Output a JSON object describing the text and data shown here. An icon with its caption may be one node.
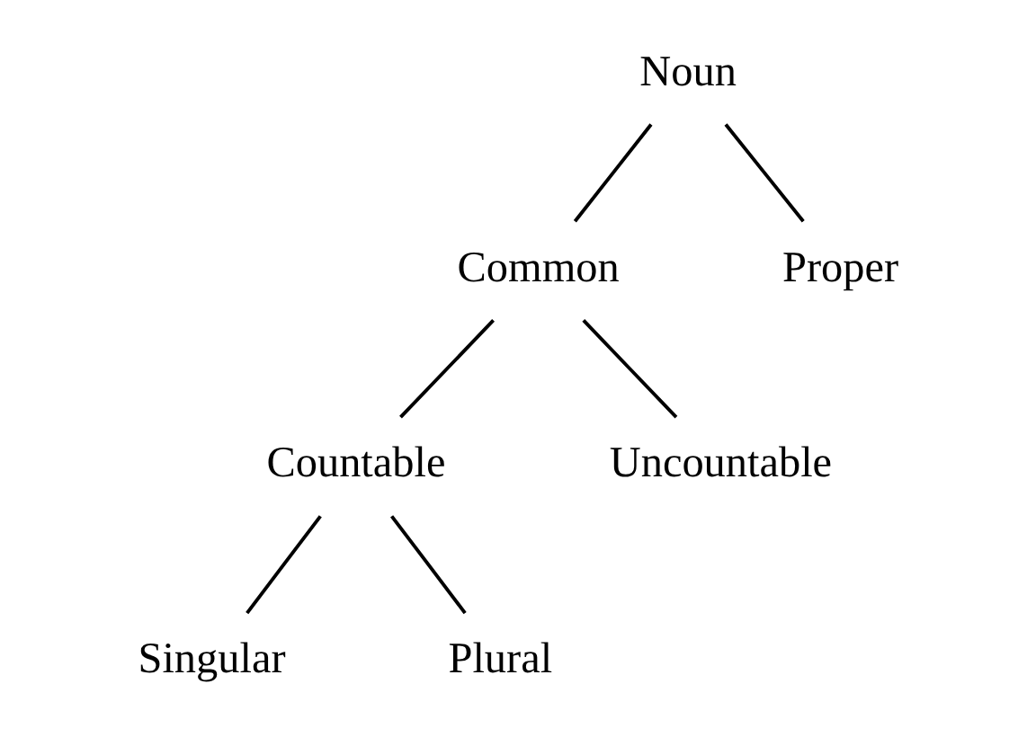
{
  "diagram": {
    "nodes": [
      {
        "text": [
          "Noun"
        ]
      },
      {
        "text": [
          "Common"
        ]
      },
      {
        "text": [
          "Proper"
        ]
      },
      {
        "text": [
          "Countable"
        ]
      },
      {
        "text": [
          "Uncountable"
        ]
      },
      {
        "text": [
          "Singular"
        ]
      },
      {
        "text": [
          "Plural"
        ]
      }
    ],
    "edges": [
      {
        "from": 0,
        "to": 1,
        "arrow": "none"
      },
      {
        "from": 0,
        "to": 2,
        "arrow": "none"
      },
      {
        "from": 1,
        "to": 3,
        "arrow": "none"
      },
      {
        "from": 1,
        "to": 4,
        "arrow": "none"
      },
      {
        "from": 3,
        "to": 5,
        "arrow": "none"
      },
      {
        "from": 3,
        "to": 6,
        "arrow": "none"
      }
    ]
  }
}
